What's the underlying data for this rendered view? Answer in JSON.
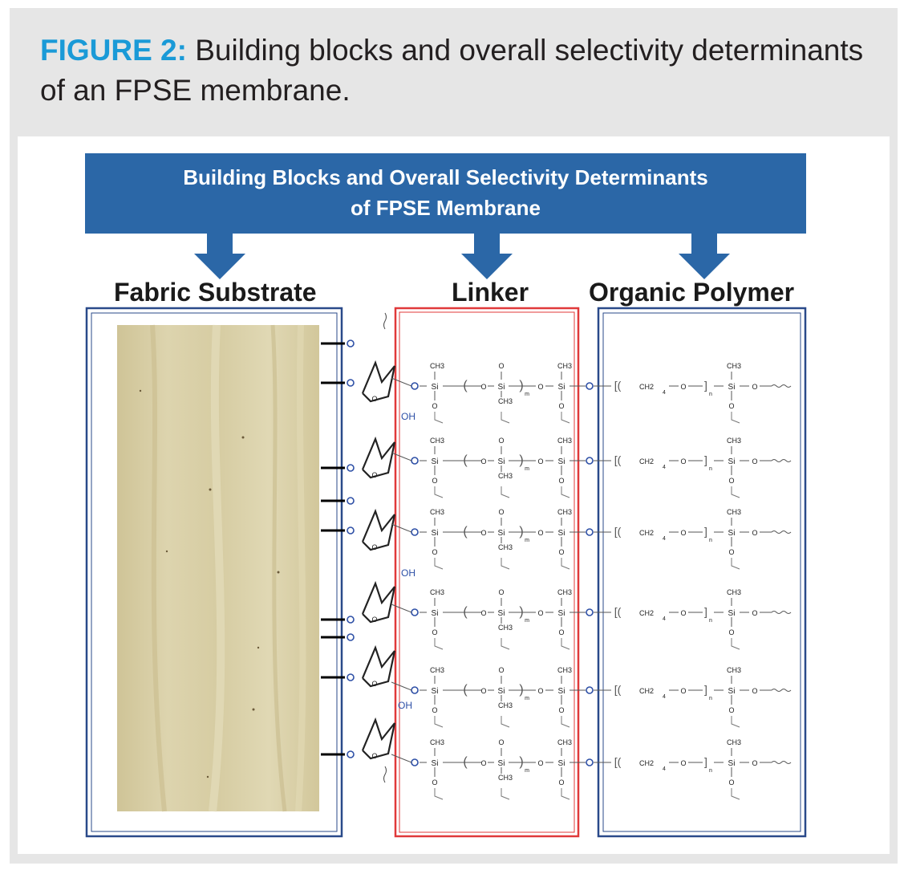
{
  "caption": {
    "figure_label": "FIGURE 2:",
    "text": " Building blocks and overall selectivity determinants of an FPSE membrane."
  },
  "banner": {
    "line1": "Building Blocks and Overall Selectivity Determinants",
    "line2": "of FPSE Membrane"
  },
  "columns": {
    "fabric": "Fabric Substrate",
    "linker": "Linker",
    "polymer": "Organic Polymer"
  },
  "chem": {
    "ch3": "CH3",
    "si": "Si",
    "o": "O",
    "oh": "OH",
    "ch2": "CH2",
    "sub4": "4",
    "subm": "m",
    "subn": "n"
  },
  "colors": {
    "accent": "#1a9ad7",
    "banner": "#2b67a7",
    "box_blue": "#2a4a8a",
    "box_red": "#e0393a",
    "fabric": "#d8cfa6",
    "oxygen": "#2d4fa6"
  }
}
